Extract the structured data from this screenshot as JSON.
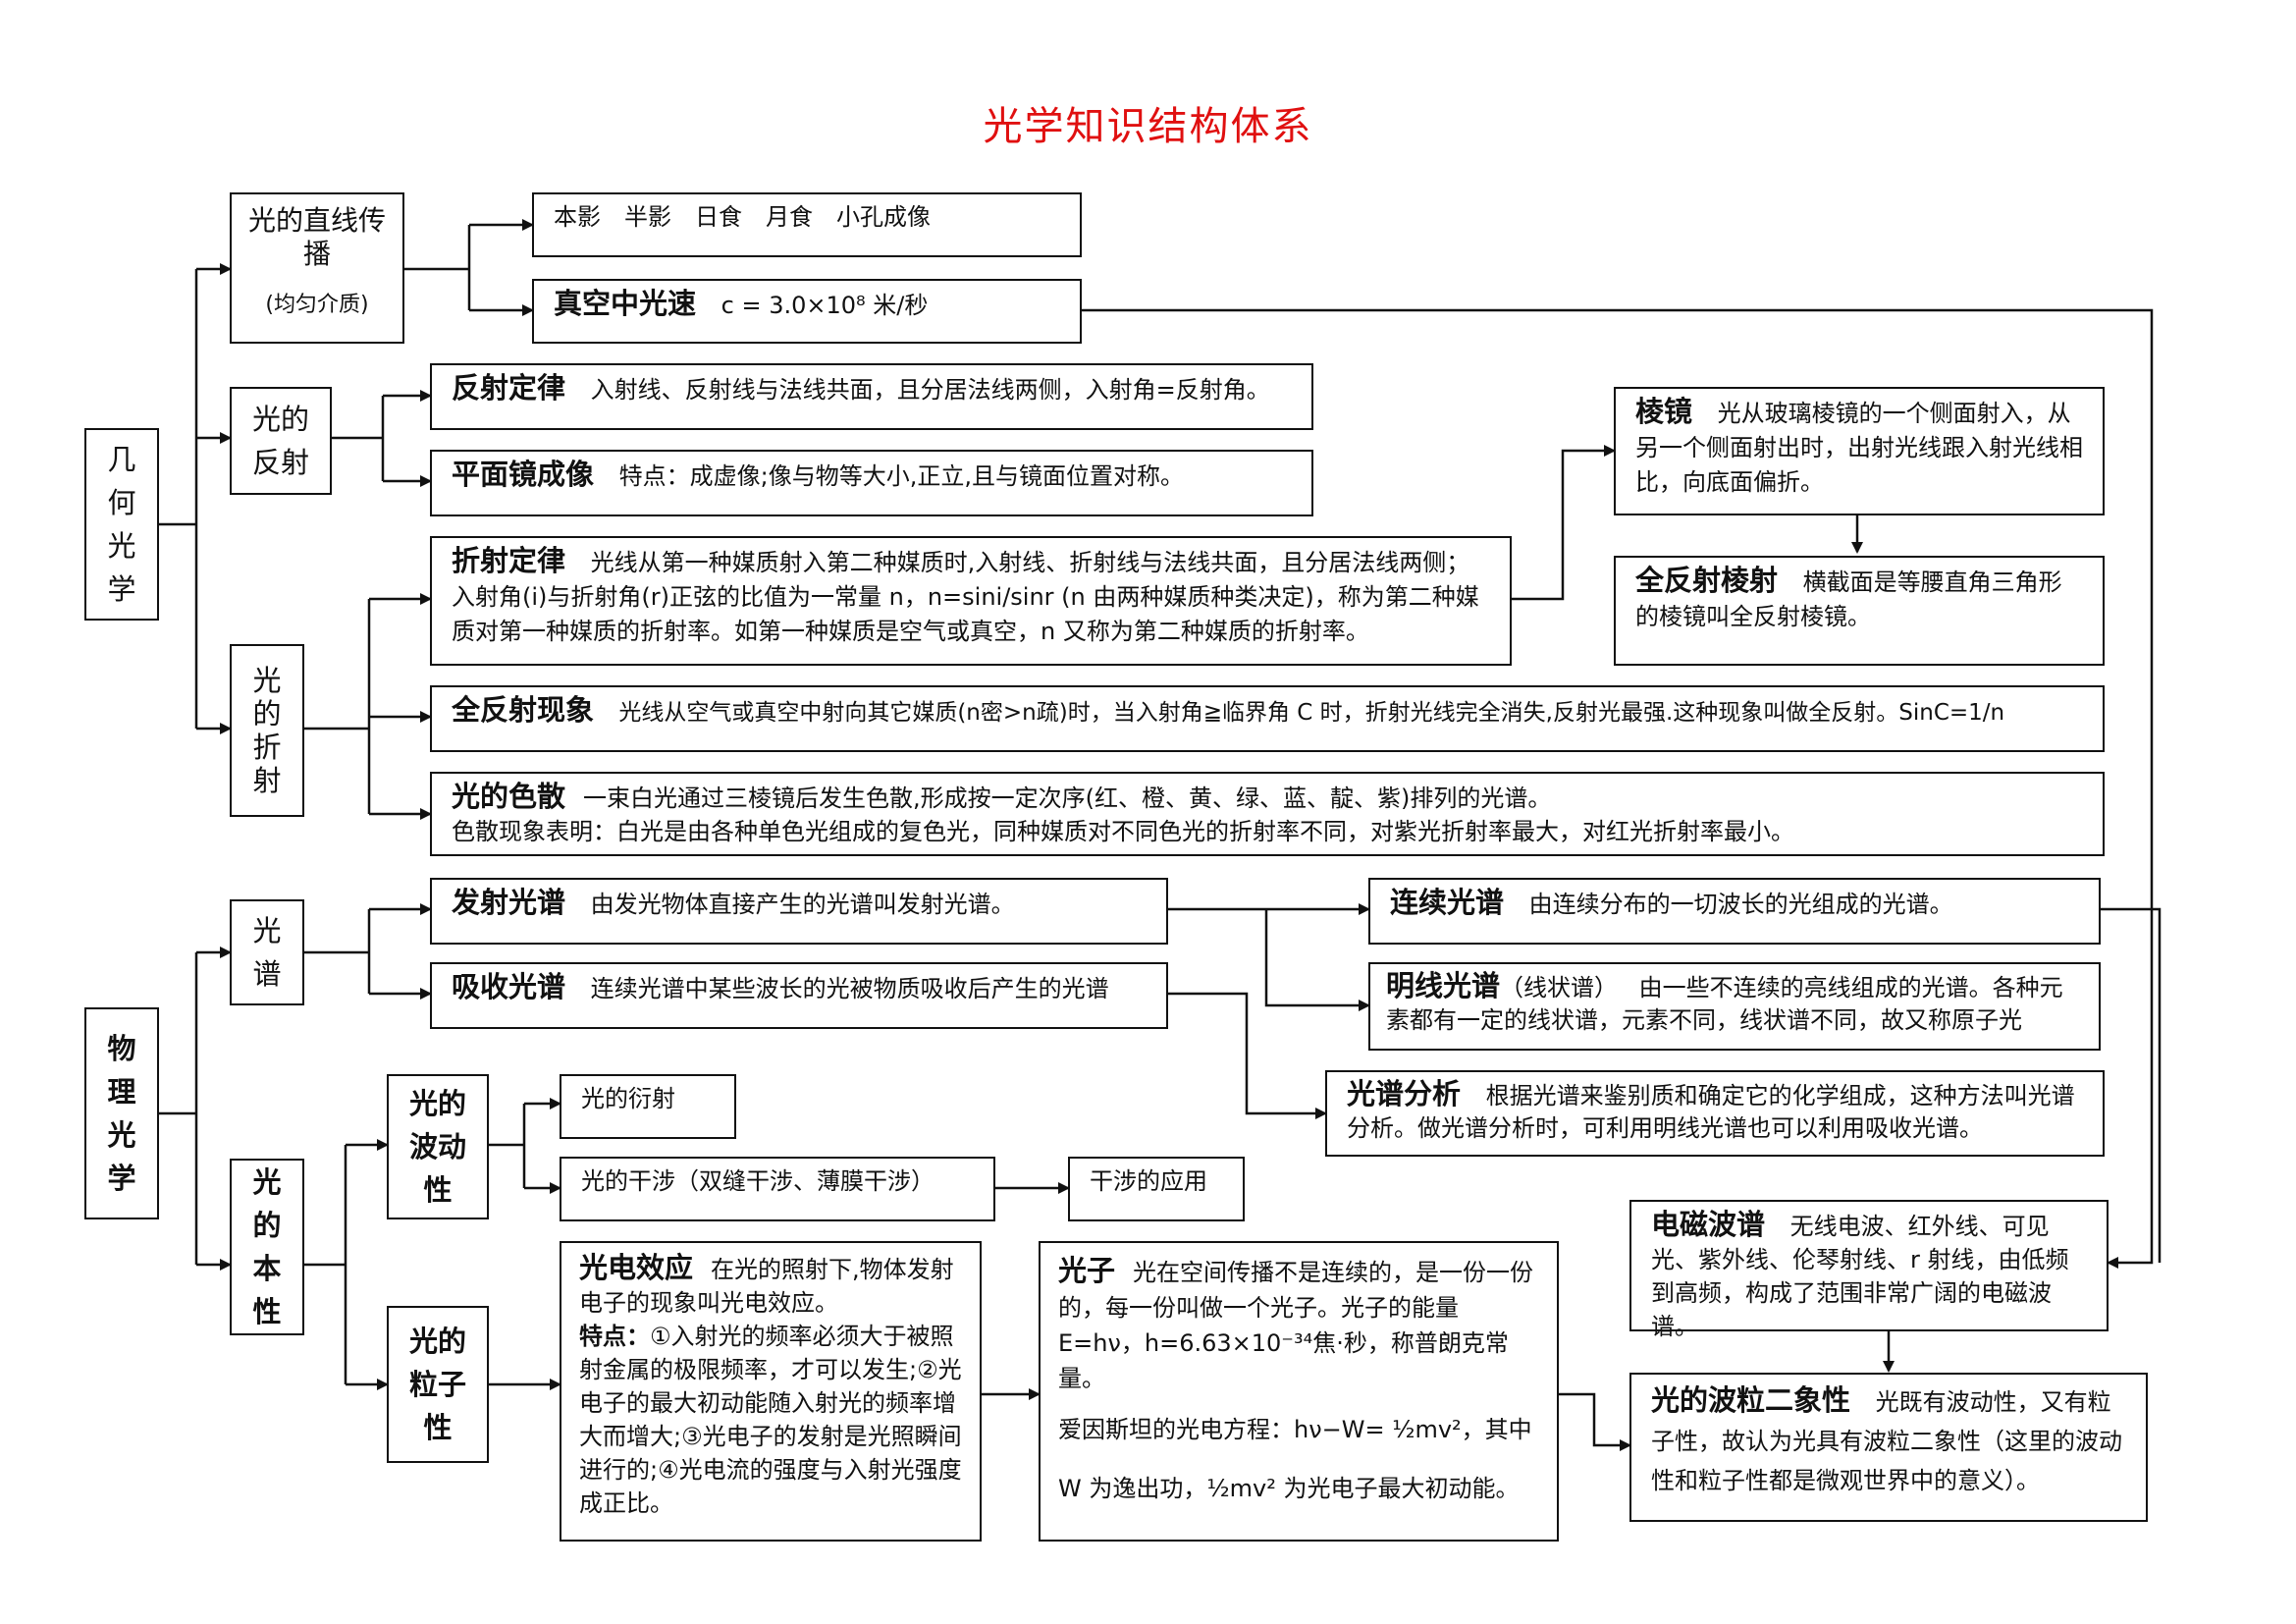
{
  "title": "光学知识结构体系",
  "geo": {
    "label": "几何光学",
    "straight": {
      "label": "光的直线传播",
      "note": "(均匀介质)"
    },
    "shadows": "本影　半影　日食　月食　小孔成像",
    "speed": {
      "head": "真空中光速",
      "text": "c = 3.0×10⁸ 米/秒"
    },
    "reflection": {
      "label": "光的反射"
    },
    "refl_law": {
      "head": "反射定律",
      "text": "入射线、反射线与法线共面，且分居法线两侧，入射角=反射角。"
    },
    "mirror": {
      "head": "平面镜成像",
      "text": "特点：成虚像;像与物等大小,正立,且与镜面位置对称。"
    },
    "refraction": {
      "label": "光的折射"
    },
    "refr_law": {
      "head": "折射定律",
      "text": "光线从第一种媒质射入第二种媒质时,入射线、折射线与法线共面，且分居法线两侧；入射角(i)与折射角(r)正弦的比值为一常量 n，n=sini/sinr (n 由两种媒质种类决定)，称为第二种媒质对第一种媒质的折射率。如第一种媒质是空气或真空，n 又称为第二种媒质的折射率。"
    },
    "prism": {
      "head": "棱镜",
      "text": "光从玻璃棱镜的一个侧面射入，从另一个侧面射出时，出射光线跟入射光线相比，向底面偏折。"
    },
    "tir_prism": {
      "head": "全反射棱射",
      "text": "横截面是等腰直角三角形的棱镜叫全反射棱镜。"
    },
    "tir": {
      "head": "全反射现象",
      "text": "光线从空气或真空中射向其它媒质(n密>n疏)时，当入射角≧临界角 C 时，折射光线完全消失,反射光最强.这种现象叫做全反射。SinC=1/n"
    },
    "dispersion": {
      "head": "光的色散",
      "text": "一束白光通过三棱镜后发生色散,形成按一定次序(红、橙、黄、绿、蓝、靛、紫)排列的光谱。",
      "text2": "色散现象表明：白光是由各种单色光组成的复色光，同种媒质对不同色光的折射率不同，对紫光折射率最大，对红光折射率最小。"
    }
  },
  "phys": {
    "label": "物理光学",
    "spectrum": {
      "label": "光谱"
    },
    "emission": {
      "head": "发射光谱",
      "text": "由发光物体直接产生的光谱叫发射光谱。"
    },
    "absorption": {
      "head": "吸收光谱",
      "text": "连续光谱中某些波长的光被物质吸收后产生的光谱"
    },
    "continuous": {
      "head": "连续光谱",
      "text": "由连续分布的一切波长的光组成的光谱。"
    },
    "line": {
      "head": "明线光谱",
      "paren": "（线状谱）",
      "text": "由一些不连续的亮线组成的光谱。各种元素都有一定的线状谱，元素不同，线状谱不同，故又称原子光"
    },
    "analysis": {
      "head": "光谱分析",
      "text": "根据光谱来鉴别质和确定它的化学组成，这种方法叫光谱分析。做光谱分析时，可利用明线光谱也可以利用吸收光谱。"
    },
    "nature": {
      "label": "光的本性"
    },
    "wave": {
      "label": "光的波动性"
    },
    "diffraction": "光的衍射",
    "interference": "光的干涉（双缝干涉、薄膜干涉）",
    "interference_app": "干涉的应用",
    "particle": {
      "label": "光的粒子性"
    },
    "photoelectric": {
      "head": "光电效应",
      "text": "在光的照射下,物体发射电子的现象叫光电效应。",
      "tag": "特点：",
      "text2": "①入射光的频率必须大于被照射金属的极限频率，才可以发生;②光电子的最大初动能随入射光的频率增大而增大;③光电子的发射是光照瞬间进行的;④光电流的强度与入射光强度成正比。"
    },
    "photon": {
      "head": "光子",
      "text": "光在空间传播不是连续的，是一份一份的，每一份叫做一个光子。光子的能量 E=hν，h=6.63×10⁻³⁴焦·秒，称普朗克常量。",
      "text2": "爱因斯坦的光电方程：hν−W= ½mv²，其中",
      "text3": "W 为逸出功，½mv² 为光电子最大初动能。"
    },
    "em": {
      "head": "电磁波谱",
      "text": "无线电波、红外线、可见光、紫外线、伦琴射线、r 射线，由低频到高频，构成了范围非常广阔的电磁波谱。"
    },
    "duality": {
      "head": "光的波粒二象性",
      "text": "光既有波动性，又有粒子性，故认为光具有波粒二象性（这里的波动性和粒子性都是微观世界中的意义）。"
    }
  }
}
